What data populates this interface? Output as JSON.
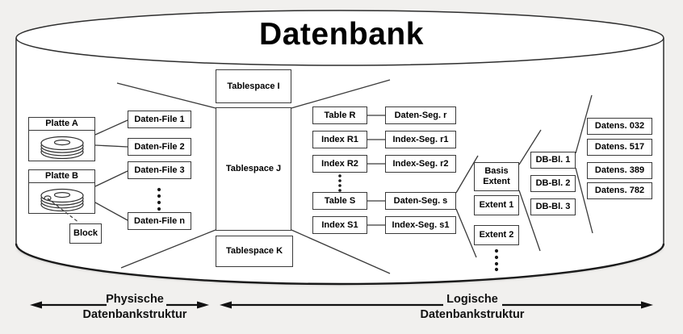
{
  "title": "Datenbank",
  "colors": {
    "background": "#f1f0ee",
    "box_fill": "#ffffff",
    "stroke": "#3a3a3a",
    "text": "#000000"
  },
  "physical": {
    "disk_a": "Platte A",
    "disk_b": "Platte B",
    "block": "Block",
    "data_files": [
      "Daten-File 1",
      "Daten-File 2",
      "Daten-File 3",
      "Daten-File n"
    ]
  },
  "tablespaces": [
    "Tablespace I",
    "Tablespace J",
    "Tablespace K"
  ],
  "tables": [
    "Table R",
    "Index R1",
    "Index R2",
    "Table S",
    "Index S1"
  ],
  "segments": [
    "Daten-Seg. r",
    "Index-Seg. r1",
    "Index-Seg. r2",
    "Daten-Seg. s",
    "Index-Seg. s1"
  ],
  "extents": [
    "Basis Extent",
    "Extent 1",
    "Extent 2"
  ],
  "db_blocks": [
    "DB-Bl. 1",
    "DB-Bl. 2",
    "DB-Bl. 3"
  ],
  "records": [
    "Datens. 032",
    "Datens. 517",
    "Datens. 389",
    "Datens. 782"
  ],
  "legend": {
    "physical_line1": "Physische",
    "physical_line2": "Datenbankstruktur",
    "logical_line1": "Logische",
    "logical_line2": "Datenbankstruktur"
  }
}
